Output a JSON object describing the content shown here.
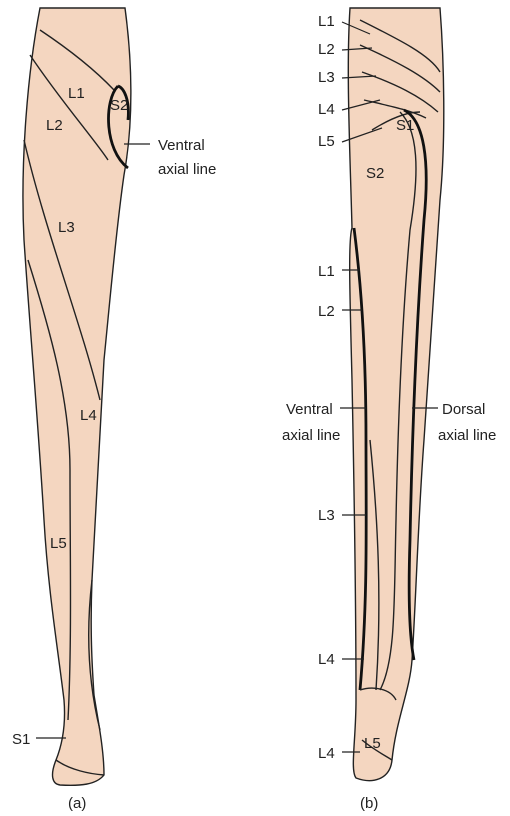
{
  "panel_a": {
    "caption": "(a)",
    "segments": {
      "L1": "L1",
      "S2": "S2",
      "L2": "L2",
      "L3": "L3",
      "L4": "L4",
      "L5": "L5",
      "S1": "S1"
    },
    "annotation": {
      "line1": "Ventral",
      "line2": "axial line"
    }
  },
  "panel_b": {
    "caption": "(b)",
    "segments": {
      "L1_top": "L1",
      "L2_top": "L2",
      "L3_top": "L3",
      "L4_top": "L4",
      "L5_top": "L5",
      "S1": "S1",
      "S2": "S2",
      "L1_mid": "L1",
      "L2_mid": "L2",
      "L3_low": "L3",
      "L4_low": "L4",
      "L4_foot": "L4",
      "L5_foot": "L5"
    },
    "ventral": {
      "line1": "Ventral",
      "line2": "axial line"
    },
    "dorsal": {
      "line1": "Dorsal",
      "line2": "axial line"
    }
  },
  "colors": {
    "skin": "#f4d6c0",
    "outline": "#222222"
  }
}
